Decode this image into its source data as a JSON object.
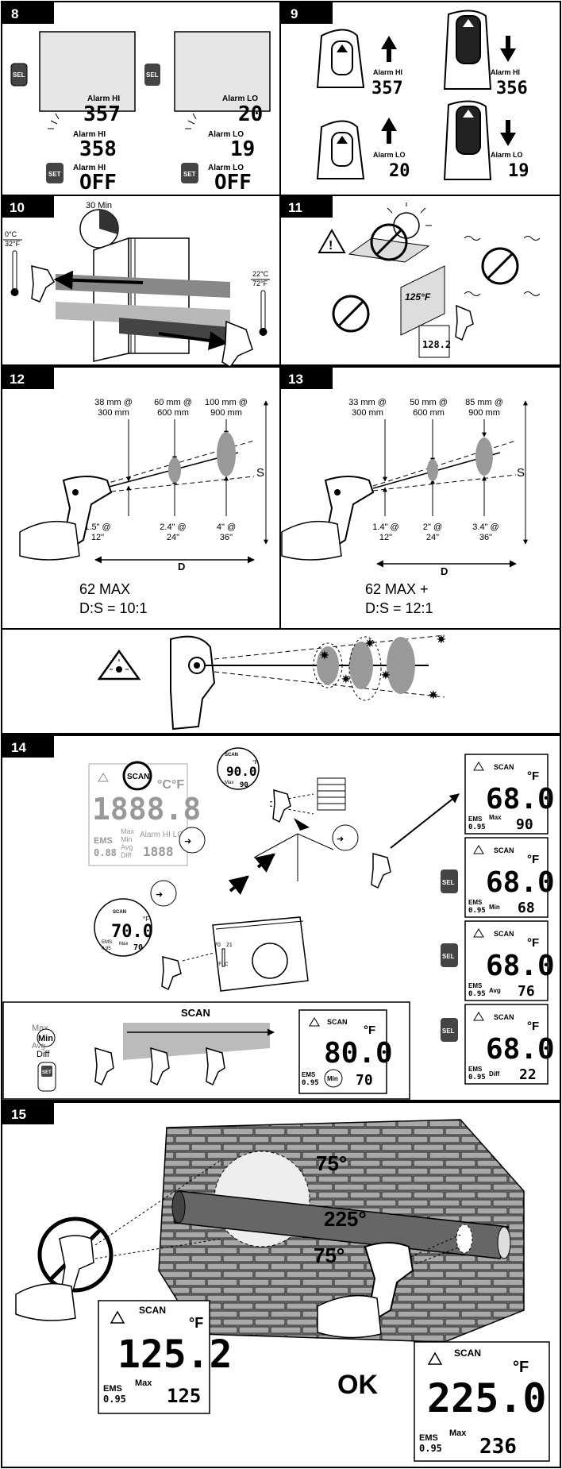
{
  "panels": {
    "p8": {
      "number": "8",
      "left": {
        "alarm_hi": "Alarm HI",
        "value_top": "357",
        "alarm_hi_flash": "Alarm HI",
        "value_flash": "358",
        "set": "SET",
        "alarm_hi_bottom": "Alarm HI",
        "value_bottom": "OFF",
        "sel": "SEL"
      },
      "right": {
        "alarm_lo": "Alarm LO",
        "value_top": "20",
        "alarm_lo_flash": "Alarm LO",
        "value_flash": "19",
        "set": "SET",
        "alarm_lo_bottom": "Alarm LO",
        "value_bottom": "OFF",
        "sel": "SEL"
      }
    },
    "p9": {
      "number": "9",
      "tl": {
        "label": "Alarm HI",
        "value": "357"
      },
      "tr": {
        "label": "Alarm HI",
        "value": "356"
      },
      "bl": {
        "label": "Alarm LO",
        "value": "20"
      },
      "br": {
        "label": "Alarm LO",
        "value": "19"
      }
    },
    "p10": {
      "number": "10",
      "timer": "30 Min",
      "cold_c": "0°C",
      "cold_f": "32°F",
      "warm_c": "22°C",
      "warm_f": "72°F"
    },
    "p11": {
      "number": "11",
      "surface_temp": "125°F",
      "lcd_value": "128.2"
    },
    "p12": {
      "number": "12",
      "top_labels": [
        [
          "38 mm @",
          "300 mm"
        ],
        [
          "60 mm @",
          "600 mm"
        ],
        [
          "100 mm @",
          "900 mm"
        ]
      ],
      "bottom_labels": [
        [
          "1.5\" @",
          "12\""
        ],
        [
          "2.4\" @",
          "24\""
        ],
        [
          "4\" @",
          "36\""
        ]
      ],
      "d": "D",
      "s": "S",
      "model": "62 MAX",
      "ratio": "D:S = 10:1"
    },
    "p13": {
      "number": "13",
      "top_labels": [
        [
          "33 mm @",
          "300 mm"
        ],
        [
          "50 mm @",
          "600 mm"
        ],
        [
          "85 mm @",
          "900 mm"
        ]
      ],
      "bottom_labels": [
        [
          "1.4\" @",
          "12\""
        ],
        [
          "2\" @",
          "24\""
        ],
        [
          "3.4\" @",
          "36\""
        ]
      ],
      "d": "D",
      "s": "S",
      "model": "62 MAX +",
      "ratio": "D:S = 12:1"
    },
    "p14": {
      "number": "14",
      "full_lcd": {
        "scan": "SCAN",
        "unit": "°C°F",
        "digits": "1888.8",
        "ems": "EMS",
        "ems_val": "0.88",
        "labels": [
          "Max",
          "Min",
          "Avg",
          "Diff"
        ],
        "alarm": "Alarm HI LO",
        "small": "1888"
      },
      "bubble_90": {
        "scan": "SCAN",
        "f": "°F",
        "value": "90.0",
        "max": "Max",
        "small": "90"
      },
      "bubble_70": {
        "scan": "SCAN",
        "f": "°F",
        "value": "70.0",
        "ems": "EMS",
        "ems_val": "0.95",
        "max": "Max",
        "small": "70"
      },
      "thermostat": {
        "t1": "70",
        "t2": "21",
        "fc": "°F °C"
      },
      "screens": [
        {
          "scan": "SCAN",
          "f": "°F",
          "value": "68.0",
          "ems": "EMS",
          "ems_val": "0.95",
          "label": "Max",
          "small": "90"
        },
        {
          "scan": "SCAN",
          "f": "°F",
          "value": "68.0",
          "ems": "EMS",
          "ems_val": "0.95",
          "label": "Min",
          "small": "68"
        },
        {
          "scan": "SCAN",
          "f": "°F",
          "value": "68.0",
          "ems": "EMS",
          "ems_val": "0.95",
          "label": "Avg",
          "small": "76"
        },
        {
          "scan": "SCAN",
          "f": "°F",
          "value": "68.0",
          "ems": "EMS",
          "ems_val": "0.95",
          "label": "Diff",
          "small": "22"
        }
      ],
      "sel": "SEL",
      "scan_bar": "SCAN",
      "mode_list": [
        "Max",
        "Min",
        "Avg",
        "Diff"
      ],
      "set": "SET",
      "scan_screen": {
        "scan": "SCAN",
        "f": "°F",
        "value": "80.0",
        "ems": "EMS",
        "ems_val": "0.95",
        "min": "Min",
        "small": "70"
      }
    },
    "p15": {
      "number": "15",
      "t_top": "75°",
      "t_mid": "225°",
      "t_bot": "75°",
      "ok": "OK",
      "left_screen": {
        "scan": "SCAN",
        "f": "°F",
        "value": "125.2",
        "ems": "EMS",
        "ems_val": "0.95",
        "max": "Max",
        "small": "125"
      },
      "right_screen": {
        "scan": "SCAN",
        "f": "°F",
        "value": "225.0",
        "ems": "EMS",
        "ems_val": "0.95",
        "max": "Max",
        "small": "236"
      }
    }
  }
}
